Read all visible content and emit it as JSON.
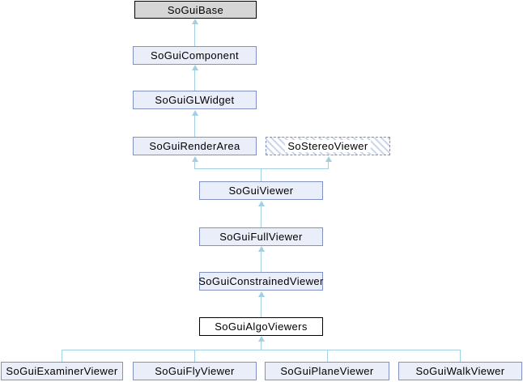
{
  "diagram": {
    "type": "class-inheritance-graph",
    "nodes": {
      "base": {
        "label": "SoGuiBase",
        "style": "truncated"
      },
      "component": {
        "label": "SoGuiComponent",
        "style": "normal"
      },
      "glwidget": {
        "label": "SoGuiGLWidget",
        "style": "normal"
      },
      "renderarea": {
        "label": "SoGuiRenderArea",
        "style": "normal"
      },
      "stereoviewer": {
        "label": "SoStereoViewer",
        "style": "hatched-dashed"
      },
      "viewer": {
        "label": "SoGuiViewer",
        "style": "normal"
      },
      "fullviewer": {
        "label": "SoGuiFullViewer",
        "style": "normal"
      },
      "constrainedviewer": {
        "label": "SoGuiConstrainedViewer",
        "style": "normal"
      },
      "algoviewers": {
        "label": "SoGuiAlgoViewers",
        "style": "current"
      },
      "examinerviewer": {
        "label": "SoGuiExaminerViewer",
        "style": "normal"
      },
      "flyviewer": {
        "label": "SoGuiFlyViewer",
        "style": "normal"
      },
      "planeviewer": {
        "label": "SoGuiPlaneViewer",
        "style": "normal"
      },
      "walkviewer": {
        "label": "SoGuiWalkViewer",
        "style": "normal"
      }
    },
    "edges": [
      {
        "from": "SoGuiComponent",
        "to": "SoGuiBase"
      },
      {
        "from": "SoGuiGLWidget",
        "to": "SoGuiComponent"
      },
      {
        "from": "SoGuiRenderArea",
        "to": "SoGuiGLWidget"
      },
      {
        "from": "SoGuiViewer",
        "to": "SoGuiRenderArea"
      },
      {
        "from": "SoGuiViewer",
        "to": "SoStereoViewer"
      },
      {
        "from": "SoGuiFullViewer",
        "to": "SoGuiViewer"
      },
      {
        "from": "SoGuiConstrainedViewer",
        "to": "SoGuiFullViewer"
      },
      {
        "from": "SoGuiAlgoViewers",
        "to": "SoGuiConstrainedViewer"
      },
      {
        "from": "SoGuiExaminerViewer",
        "to": "SoGuiAlgoViewers"
      },
      {
        "from": "SoGuiFlyViewer",
        "to": "SoGuiAlgoViewers"
      },
      {
        "from": "SoGuiPlaneViewer",
        "to": "SoGuiAlgoViewers"
      },
      {
        "from": "SoGuiWalkViewer",
        "to": "SoGuiAlgoViewers"
      }
    ],
    "colors": {
      "node_fill": "#e9eef9",
      "node_border": "#8191c1",
      "edge_line": "#a3cfe2",
      "truncated_fill": "#d6d6d6",
      "current_fill": "#ffffff",
      "current_border": "#000000",
      "hatch_stripe": "#ccd7ee",
      "text": "#000000",
      "background": "#ffffff"
    }
  }
}
